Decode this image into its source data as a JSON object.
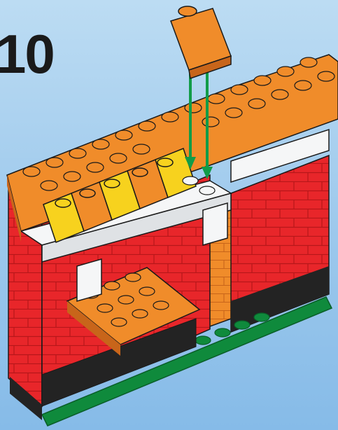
{
  "step": {
    "number": "10"
  },
  "colors": {
    "red": "#e8262a",
    "orange": "#f08c2a",
    "yellow": "#f7d21e",
    "white": "#f5f6f7",
    "black": "#232323",
    "green": "#0f8a3c",
    "arrow": "#119c48",
    "sky": "#a9d2f0"
  },
  "icons": {
    "arrow_icon": "down-arrow",
    "floating_brick": "orange-slope-brick"
  }
}
